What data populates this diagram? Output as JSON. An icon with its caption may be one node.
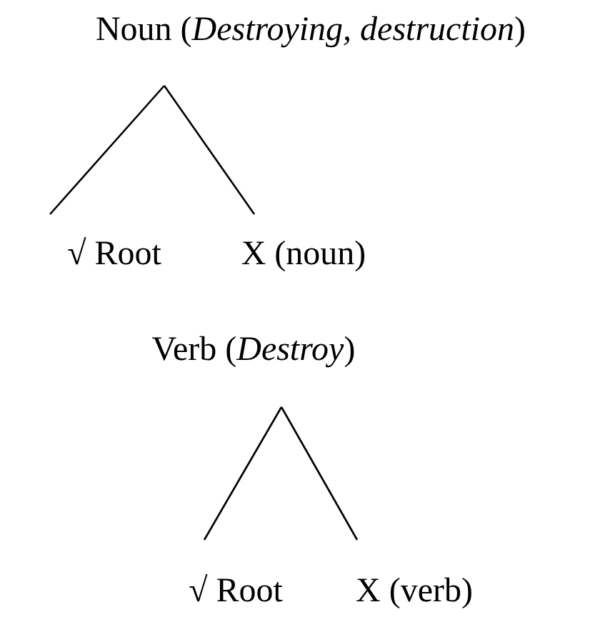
{
  "diagram": {
    "nodes": [
      {
        "text": [
          "Noun (*Destroying, destruction*)"
        ]
      },
      {
        "text": [
          "√ Root"
        ]
      },
      {
        "text": [
          "X (noun)"
        ]
      },
      {
        "text": [
          "Verb (*Destroy*)"
        ]
      },
      {
        "text": [
          "√ Root"
        ]
      },
      {
        "text": [
          "X (verb)"
        ]
      }
    ],
    "edges": [
      {
        "from": 0,
        "to": 1,
        "arrow": "none"
      },
      {
        "from": 0,
        "to": 2,
        "arrow": "none"
      },
      {
        "from": 3,
        "to": 4,
        "arrow": "none"
      },
      {
        "from": 3,
        "to": 5,
        "arrow": "none"
      }
    ]
  }
}
